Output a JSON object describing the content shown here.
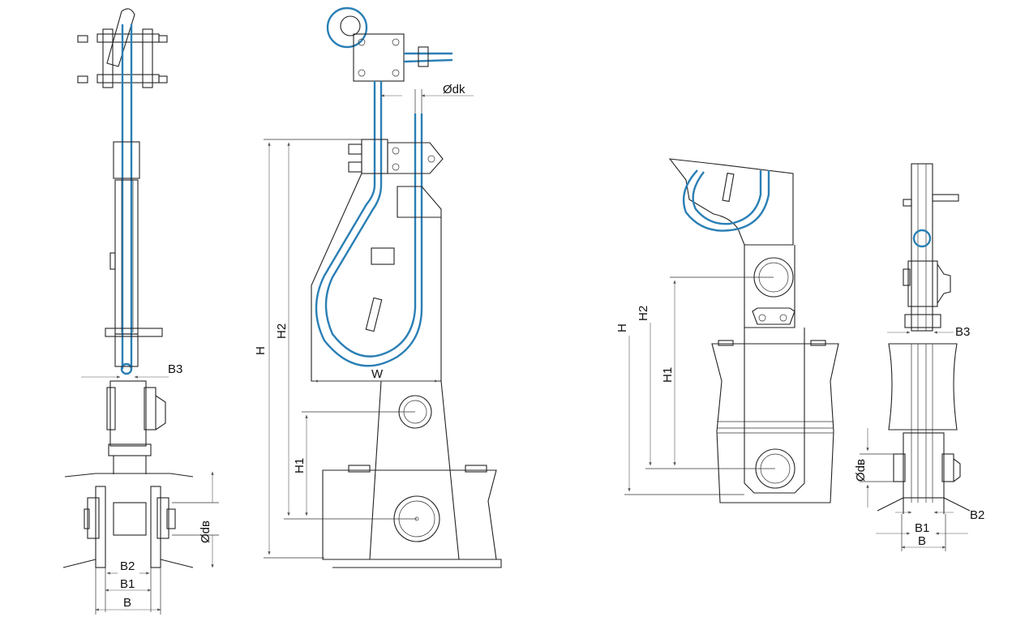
{
  "colors": {
    "line": "#222222",
    "wire": "#2a7fb5",
    "dimension": "#555555",
    "background": "#ffffff"
  },
  "labels": {
    "view1": {
      "b3": "B3",
      "od": "Ødв",
      "b2": "B2",
      "b1": "B1",
      "b": "B"
    },
    "view2": {
      "odk": "Ødk",
      "h": "H",
      "h2": "H2",
      "w": "W",
      "h1": "H1"
    },
    "view3": {
      "h": "H",
      "h2": "H2",
      "h1": "H1"
    },
    "view4": {
      "b3": "B3",
      "od": "Ødв",
      "b2": "B2",
      "b1": "B1",
      "b": "B"
    }
  }
}
